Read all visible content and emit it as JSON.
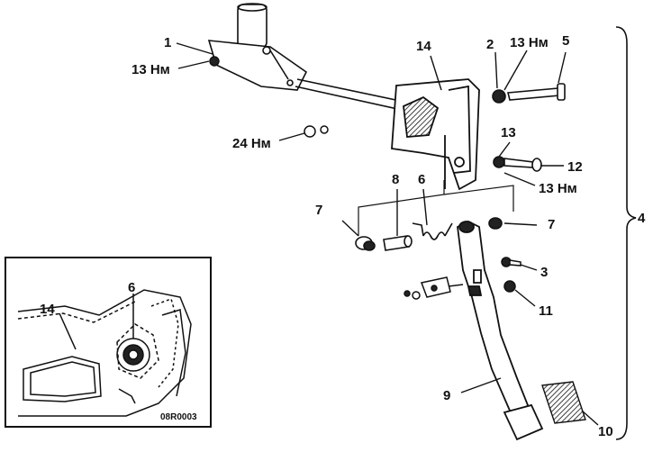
{
  "colors": {
    "ink": "#111111",
    "background": "#ffffff"
  },
  "callouts": {
    "c1": "1",
    "c1_torque": "13 Нм",
    "c14": "14",
    "c2": "2",
    "c2_torque": "13 Нм",
    "c5": "5",
    "c24_torque": "24 Нм",
    "c13": "13",
    "c12": "12",
    "c12_torque": "13 Нм",
    "c4": "4",
    "c7_left": "7",
    "c8": "8",
    "c6": "6",
    "c7_right": "7",
    "c3": "3",
    "c11": "11",
    "c9": "9",
    "c10": "10"
  },
  "inset": {
    "c6": "6",
    "c14": "14",
    "code": "08R0003"
  }
}
